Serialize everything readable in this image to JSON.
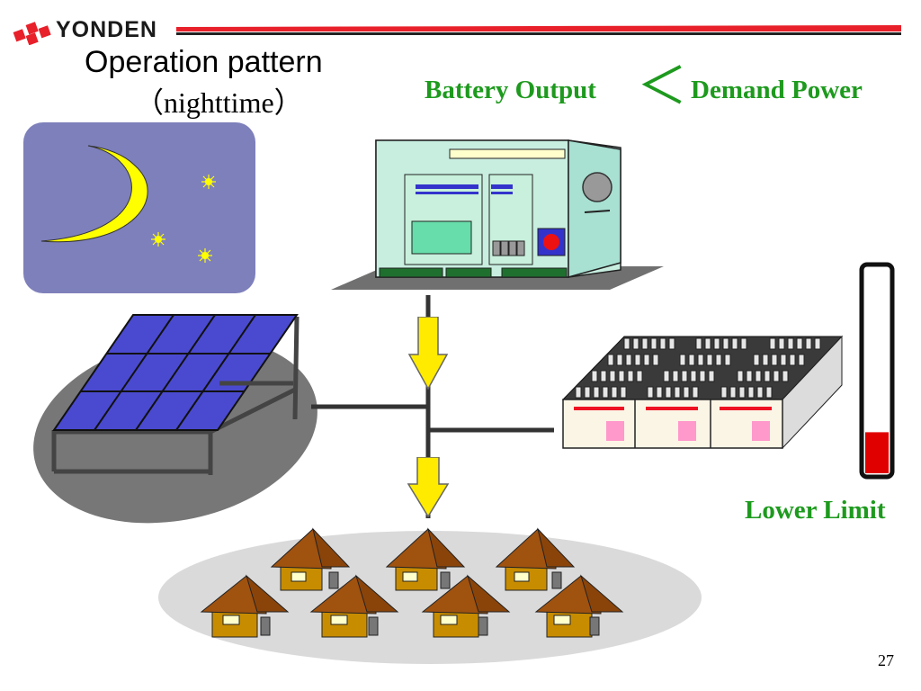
{
  "header": {
    "logo_text": "YONDEN",
    "title": "Operation pattern",
    "subtitle": "（nighttime）"
  },
  "relation": {
    "left": "Battery Output",
    "operator": "＜",
    "right": "Demand Power"
  },
  "battery_gauge": {
    "label": "Lower Limit",
    "level": 0.2,
    "fill_color": "#e00000"
  },
  "colors": {
    "label_green": "#1e9a1e",
    "arrow_yellow": "#ffeb00",
    "sky": "#7e80bb",
    "moon": "#ffff00",
    "panel_blue": "#4a4ad0",
    "roof_brown": "#a0520f",
    "wall_tan": "#c88c00"
  },
  "icons": [
    "yonden-logo-icon",
    "moon-icon",
    "star-icon",
    "solar-panel-icon",
    "power-conditioner-icon",
    "battery-bank-icon",
    "house-icon",
    "flow-arrow-icon",
    "battery-level-gauge-icon"
  ],
  "page": {
    "number": "27"
  }
}
